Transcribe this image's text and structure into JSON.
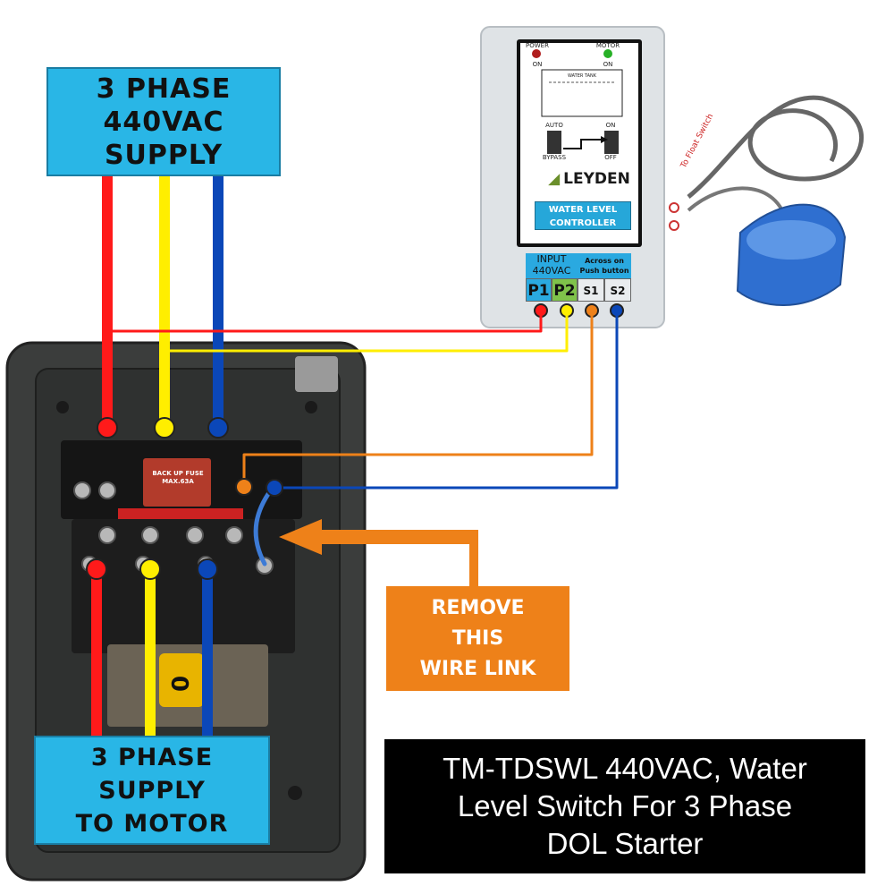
{
  "labels": {
    "supply": [
      "3 PHASE",
      "440VAC",
      "SUPPLY"
    ],
    "motor": [
      "3 PHASE",
      "SUPPLY",
      "TO MOTOR"
    ],
    "remove": [
      "REMOVE",
      "THIS",
      "WIRE LINK"
    ],
    "title": [
      "TM-TDSWL 440VAC, Water",
      "Level Switch For 3 Phase",
      "DOL Starter"
    ]
  },
  "controller": {
    "brand": "LEYDEN",
    "model": [
      "WATER LEVEL",
      "CONTROLLER"
    ],
    "indicators": {
      "power": "POWER",
      "motor": "MOTOR",
      "on": "ON"
    },
    "switch": {
      "auto": "AUTO",
      "bypass": "BYPASS",
      "on": "ON",
      "off": "OFF"
    },
    "tank_caption": "WATER TANK",
    "input_header": [
      "INPUT",
      "440VAC"
    ],
    "push_header": [
      "Across on",
      "Push button"
    ],
    "terminals": [
      "P1",
      "P2",
      "S1",
      "S2"
    ],
    "float_tag": "To Float Switch"
  },
  "fuse": [
    "BACK UP FUSE",
    "MAX.63A"
  ],
  "switch_mark": "0",
  "colors": {
    "red": "#ff1a1a",
    "yellow": "#ffee00",
    "blue": "#0b47b8",
    "orange": "#ee8119",
    "label_blue": "#29b6e6",
    "starter_body": "#3b3d3c"
  }
}
